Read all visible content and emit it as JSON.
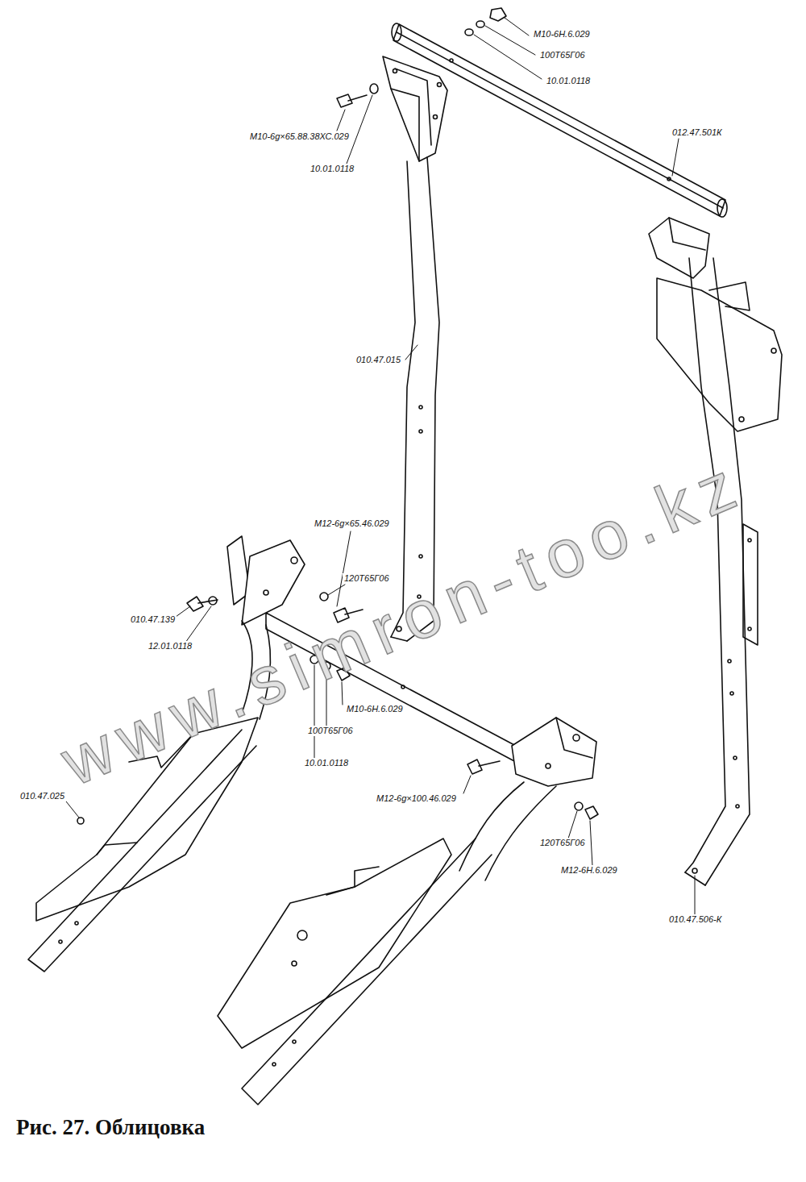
{
  "diagram": {
    "caption": "Рис. 27. Облицовка",
    "labels": [
      "М10-6Н.6.029",
      "100Т65Г06",
      "10.01.0118",
      "012.47.501К",
      "М10-6g×65.88.38ХС.029",
      "10.01.0118",
      "010.47.015",
      "М12-6g×65.46.029",
      "120Т65Г06",
      "010.47.139",
      "12.01.0118",
      "М10-6Н.6.029",
      "100Т65Г06",
      "10.01.0118",
      "010.47.025",
      "М12-6g×100.46.029",
      "120Т65Г06",
      "М12-6Н.6.029",
      "010.47.506-К",
      "www.simron-too.kz"
    ]
  }
}
